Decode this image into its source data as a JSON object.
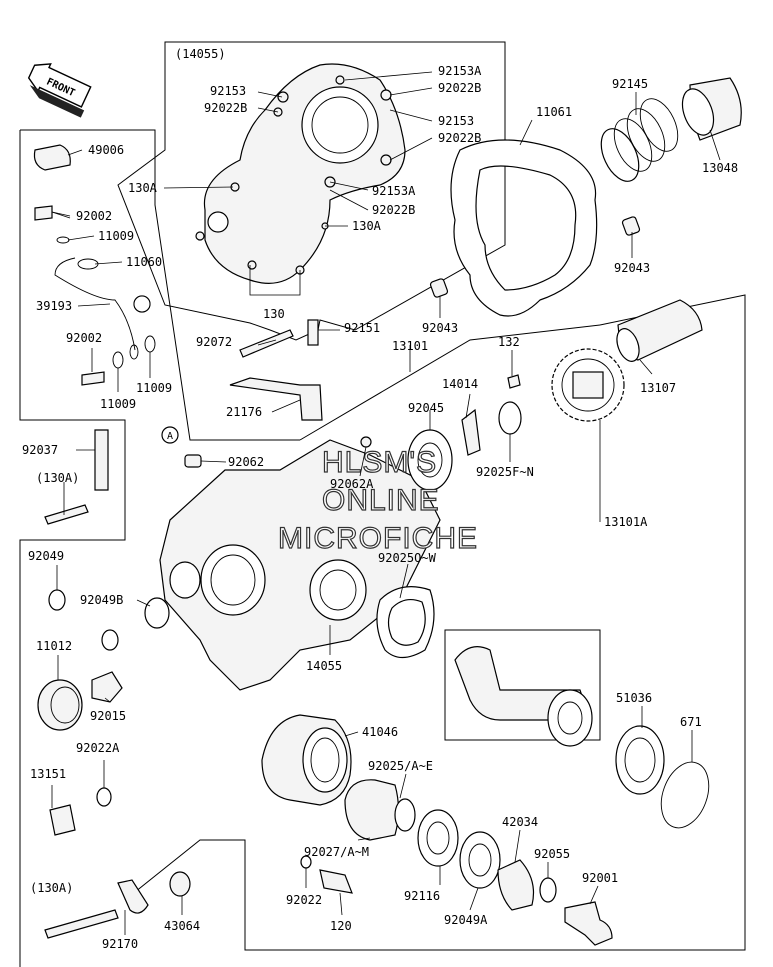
{
  "front_badge": "FRONT",
  "watermark": {
    "line1": "HLSM'S",
    "line2": "ONLINE",
    "line3": "MICROFICHE"
  },
  "callouts": {
    "ref_14055_top": "(14055)",
    "p92153a_1": "92153A",
    "p92022b_1": "92022B",
    "p92153_1": "92153",
    "p92022b_2": "92022B",
    "p92153_left": "92153",
    "p92022b_left": "92022B",
    "p130a_1": "130A",
    "p92153a_2": "92153A",
    "p92022b_3": "92022B",
    "p130a_2": "130A",
    "p130": "130",
    "p49006": "49006",
    "p92002_1": "92002",
    "p11009_1": "11009",
    "p11060": "11060",
    "p39193": "39193",
    "p92002_2": "92002",
    "p11009_2": "11009",
    "p11009_3": "11009",
    "p11061": "11061",
    "p92145": "92145",
    "p13048": "13048",
    "p92043_1": "92043",
    "p92043_2": "92043",
    "p92072": "92072",
    "p92151": "92151",
    "p13101": "13101",
    "p132": "132",
    "p14014": "14014",
    "p13107": "13107",
    "p21176": "21176",
    "p92045": "92045",
    "p92025fn": "92025F~N",
    "p92037": "92037",
    "ref_130a_1": "(130A)",
    "p92062": "92062",
    "p92062a": "92062A",
    "p13101a": "13101A",
    "p92049": "92049",
    "p92025o": "92025O~W",
    "p92049b": "92049B",
    "p11012": "11012",
    "p14055": "14055",
    "p92015": "92015",
    "p92022a": "92022A",
    "p51036": "51036",
    "p671": "671",
    "p41046": "41046",
    "p13151": "13151",
    "p92025ae": "92025/A~E",
    "p42034": "42034",
    "p92027": "92027/A~M",
    "p92055": "92055",
    "p92001": "92001",
    "ref_130a_2": "(130A)",
    "p92022": "92022",
    "p92116": "92116",
    "p92049a": "92049A",
    "p92170": "92170",
    "p43064": "43064",
    "p120": "120"
  }
}
